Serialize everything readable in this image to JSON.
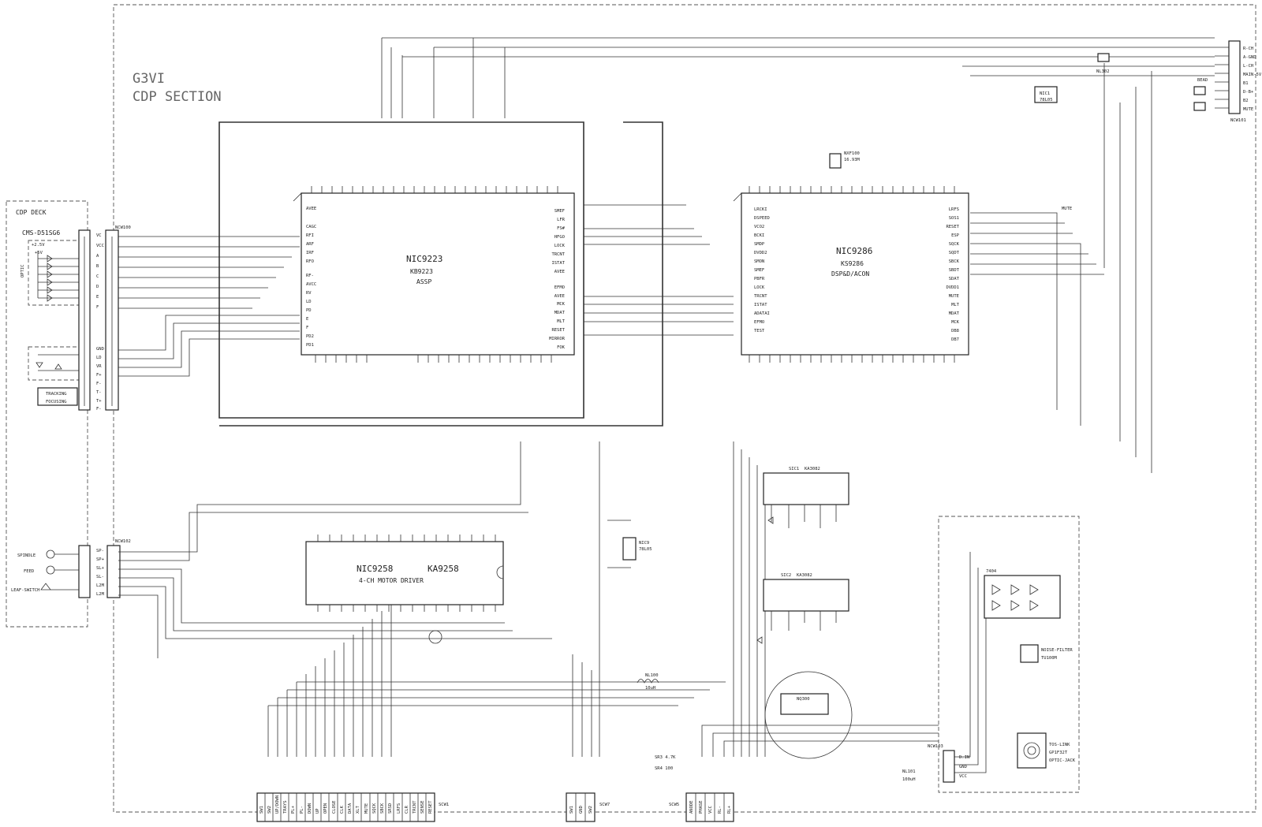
{
  "title": {
    "line1": "G3VI",
    "line2": "CDP SECTION"
  },
  "deck": {
    "label": "CDP DECK",
    "pickup": "CMS-D51SG6",
    "volts": [
      "+2.5V",
      "+5V"
    ],
    "subtitle_optic": "OPTIC",
    "tracking": "TRACKING",
    "focusing": "FOCUSING"
  },
  "motors": {
    "spindle": "SPINDLE",
    "feed": "FEED",
    "leaf": "LEAF-SWITCH"
  },
  "connectors": {
    "ncw100": "NCW100",
    "ncw102": "NCW102",
    "ncw101": "NCW101",
    "ncw103": "NCW103",
    "scw1": "SCW1",
    "scw5": "SCW5",
    "scw7": "SCW7",
    "deck_pins": [
      "VC",
      "VCC",
      "A",
      "B",
      "C",
      "D",
      "E",
      "F",
      "GND",
      "LD",
      "VR",
      "F+",
      "F-",
      "T-",
      "T+",
      "F-"
    ],
    "motor_pins": [
      "SP-",
      "SP+",
      "SL+",
      "SL-",
      "L2M",
      "L2M"
    ],
    "output_pins": [
      "R-CH",
      "A-GND",
      "L-CH",
      "MAIN-5V",
      "B1",
      "D-B+",
      "B2",
      "MUTE"
    ],
    "scw1_pins": [
      "SW1",
      "SW2",
      "UP/DOWN",
      "TRAYS",
      "PL+",
      "PL-",
      "DOWN",
      "UP",
      "OPEN",
      "CLOSE",
      "CLK",
      "DATA",
      "XLT",
      "MUTE",
      "SQCK",
      "SBCK",
      "SRSD",
      "LRFS",
      "CLR",
      "TRCNT",
      "SENSE",
      "RESET"
    ],
    "scw7_pins": [
      "SW1",
      "GND",
      "SW2"
    ],
    "scw5_pins": [
      "ANODE",
      "PHASE",
      "VCC",
      "RL-",
      "RL+"
    ],
    "ncw103_pins": [
      "D.IN",
      "GND",
      "VCC"
    ]
  },
  "ics": {
    "nic9223": {
      "ref": "NIC9223",
      "part": "KB9223",
      "func": "ASSP"
    },
    "nic9286": {
      "ref": "NIC9286",
      "part": "KS9286",
      "func": "DSP&D/ACON"
    },
    "nic9258": {
      "ref": "NIC9258",
      "part": "KA9258",
      "func": "4-CH MOTOR DRIVER"
    },
    "sic1": {
      "ref": "SIC1",
      "part": "KA3082"
    },
    "sic2": {
      "ref": "SIC2",
      "part": "KA3082"
    },
    "nic9": {
      "ref": "NIC9",
      "part": "78L05"
    },
    "nic1": {
      "ref": "NIC1",
      "part": "78L05"
    }
  },
  "nic9223_left_pins": [
    "AVEE",
    "CAGC",
    "RFI",
    "ARF",
    "IRF",
    "RFO",
    "RF-",
    "AVCC",
    "RV",
    "LD",
    "PD",
    "E",
    "F",
    "PD2",
    "PD1"
  ],
  "nic9223_right_pins": [
    "SMEF",
    "LFR",
    "FS#",
    "HFGO",
    "LOCK",
    "TRCNT",
    "ISTAT",
    "AVEE",
    "EFMO",
    "AVEE",
    "MCK",
    "MDAT",
    "MLT",
    "RESET",
    "MIRROR",
    "FOK"
  ],
  "nic9286_left_pins": [
    "LRCKI",
    "DSPEED",
    "VCO2",
    "BCKI",
    "SMDP",
    "DVDD2",
    "SMON",
    "SMEF",
    "PBFR",
    "LOCK",
    "TRCNT",
    "ISTAT",
    "ADATAI",
    "EFMO",
    "TEST"
  ],
  "nic9286_right_pins": [
    "LRFS",
    "SOS1",
    "RESET",
    "ESP",
    "SQCK",
    "SQDT",
    "SBCK",
    "SBDT",
    "SDAT",
    "DVDD1",
    "MUTE",
    "MLT",
    "MDAT",
    "MCK",
    "DB8",
    "DB7"
  ],
  "labels": {
    "optic_jack": [
      "TOS-LINK",
      "GP1F32T",
      "OPTIC-JACK"
    ],
    "noise_filter": [
      "NOISE-FILTER",
      "TU100M"
    ],
    "crystal": [
      "NXF100",
      "16.93M"
    ],
    "inverter": "7404",
    "mute_net": "MUTE",
    "bead": "BEAD",
    "nl302": "NL302",
    "nic1_ref": "NIC1",
    "nic1_part": "78L05",
    "nl100": [
      "NL100",
      "10uH"
    ],
    "nl101": [
      "NL101",
      "100uH"
    ],
    "sr3": "SR3 4.7K",
    "sr4": "SR4 100",
    "nq300": "NQ300"
  },
  "colors": {
    "line": "#333333",
    "frame": "#555555",
    "heading": "#666666"
  }
}
